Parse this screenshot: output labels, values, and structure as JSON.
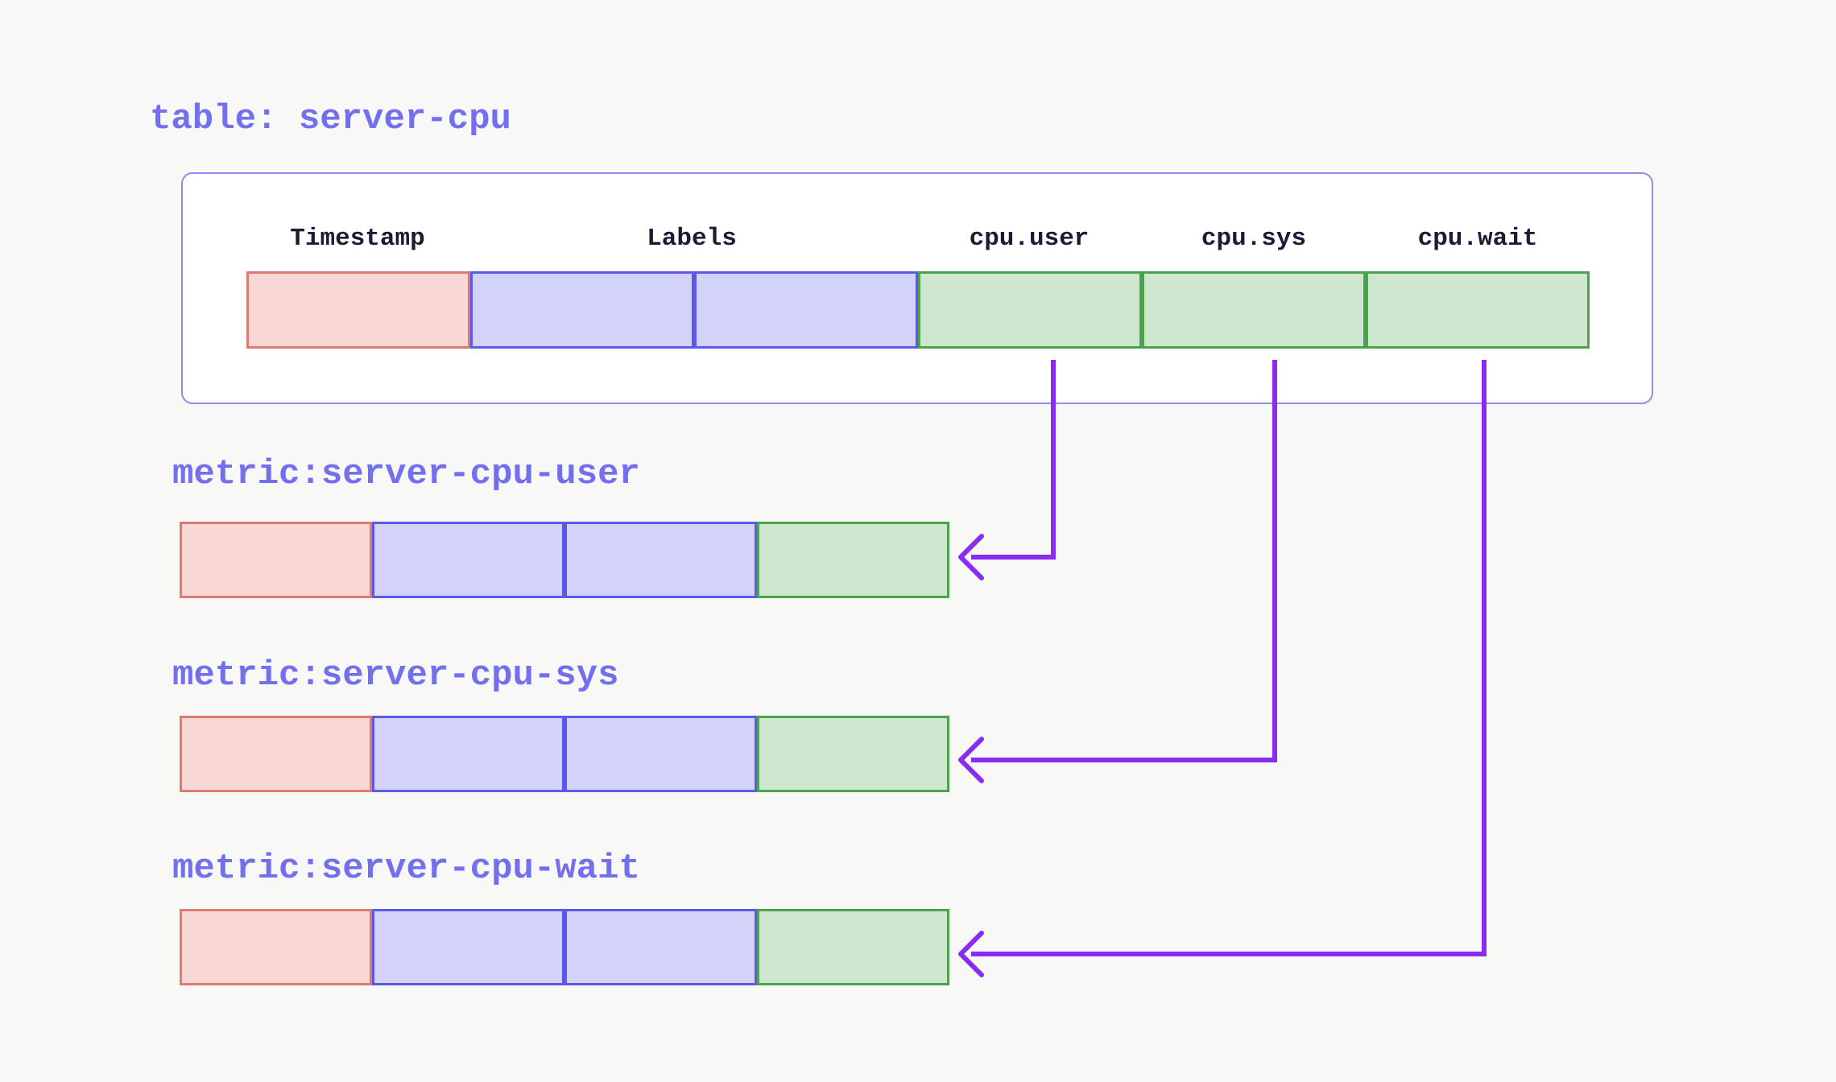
{
  "palette": {
    "page_background": "#F8F8F6",
    "box_fill": "#FFFFFF",
    "box_border": "#8D8DF0",
    "heading_text": "#7370EF",
    "column_header_text": "#1B1B33",
    "timestamp_cell_fill": "#F8D7D4",
    "timestamp_cell_border": "#DF7A71",
    "labels_cell_fill": "#D3D3F9",
    "labels_cell_border": "#5C59E8",
    "field_cell_fill": "#CFE7CE",
    "field_cell_border": "#4DA250",
    "arrow_color": "#8C2BF0"
  },
  "table": {
    "title": "table: server-cpu",
    "columns": [
      {
        "label": "Timestamp",
        "type": "timestamp",
        "cell_count": 1
      },
      {
        "label": "Labels",
        "type": "labels",
        "cell_count": 2
      },
      {
        "label": "cpu.user",
        "type": "field",
        "cell_count": 1
      },
      {
        "label": "cpu.sys",
        "type": "field",
        "cell_count": 1
      },
      {
        "label": "cpu.wait",
        "type": "field",
        "cell_count": 1
      }
    ]
  },
  "metrics": [
    {
      "title": "metric:server-cpu-user",
      "cells": [
        "timestamp",
        "labels",
        "labels",
        "field"
      ]
    },
    {
      "title": "metric:server-cpu-sys",
      "cells": [
        "timestamp",
        "labels",
        "labels",
        "field"
      ]
    },
    {
      "title": "metric:server-cpu-wait",
      "cells": [
        "timestamp",
        "labels",
        "labels",
        "field"
      ]
    }
  ],
  "arrows": [
    {
      "from_column": "cpu.user",
      "to_metric": "metric:server-cpu-user",
      "direction": "left"
    },
    {
      "from_column": "cpu.sys",
      "to_metric": "metric:server-cpu-sys",
      "direction": "left"
    },
    {
      "from_column": "cpu.wait",
      "to_metric": "metric:server-cpu-wait",
      "direction": "left"
    }
  ]
}
